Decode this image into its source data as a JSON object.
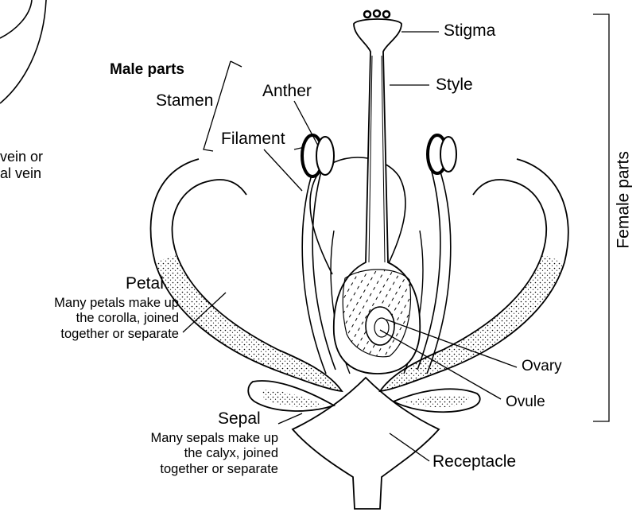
{
  "labels": {
    "stigma": "Stigma",
    "style": "Style",
    "male_parts": "Male parts",
    "anther": "Anther",
    "stamen": "Stamen",
    "filament": "Filament",
    "female_parts": "Female parts",
    "petal": "Petal",
    "petal_desc": [
      "Many petals make up",
      "the corolla, joined",
      "together or separate"
    ],
    "ovary": "Ovary",
    "ovule": "Ovule",
    "sepal": "Sepal",
    "sepal_desc": [
      "Many sepals make up",
      "the calyx, joined",
      "together or separate"
    ],
    "receptacle": "Receptacle",
    "vein_partial": [
      "vein or",
      "al vein"
    ]
  }
}
